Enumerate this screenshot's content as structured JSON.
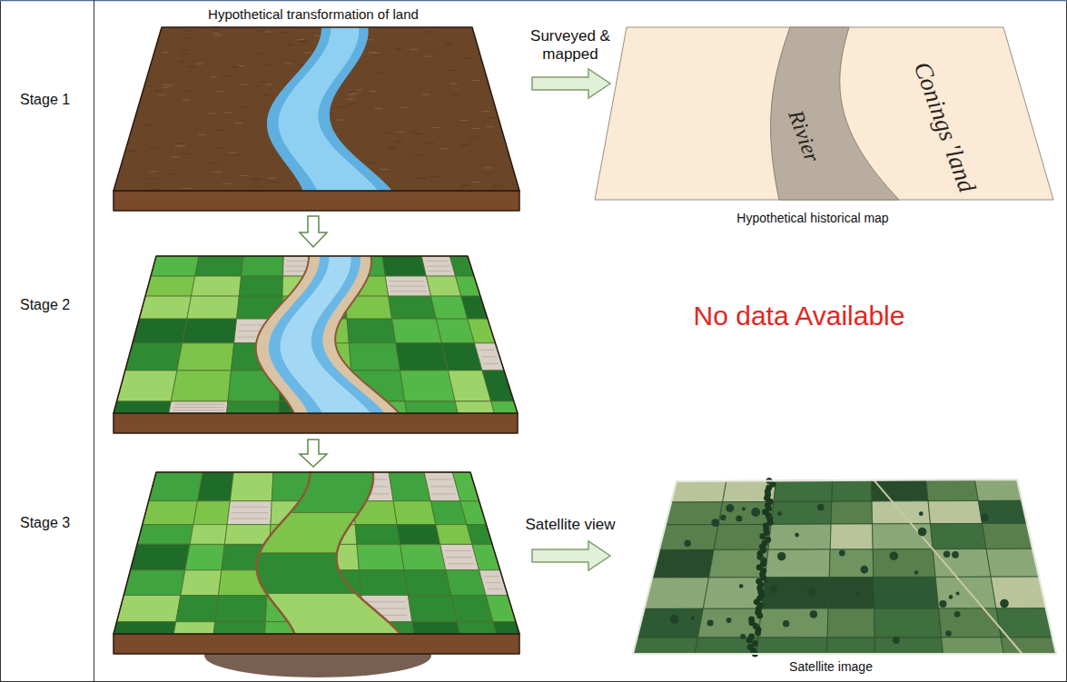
{
  "diagram": {
    "nodes": [
      {
        "text": [
          "Rivier",
          "Conings 'land",
          "Hypothetical historical map"
        ]
      },
      {
        "text": [
          "Satellite image"
        ]
      }
    ],
    "labels": [
      "Hypothetical transformation of land",
      "Stage 1",
      "Surveyed & mapped",
      "Stage 2",
      "No data Available",
      "Stage 3",
      "Satellite view"
    ]
  }
}
